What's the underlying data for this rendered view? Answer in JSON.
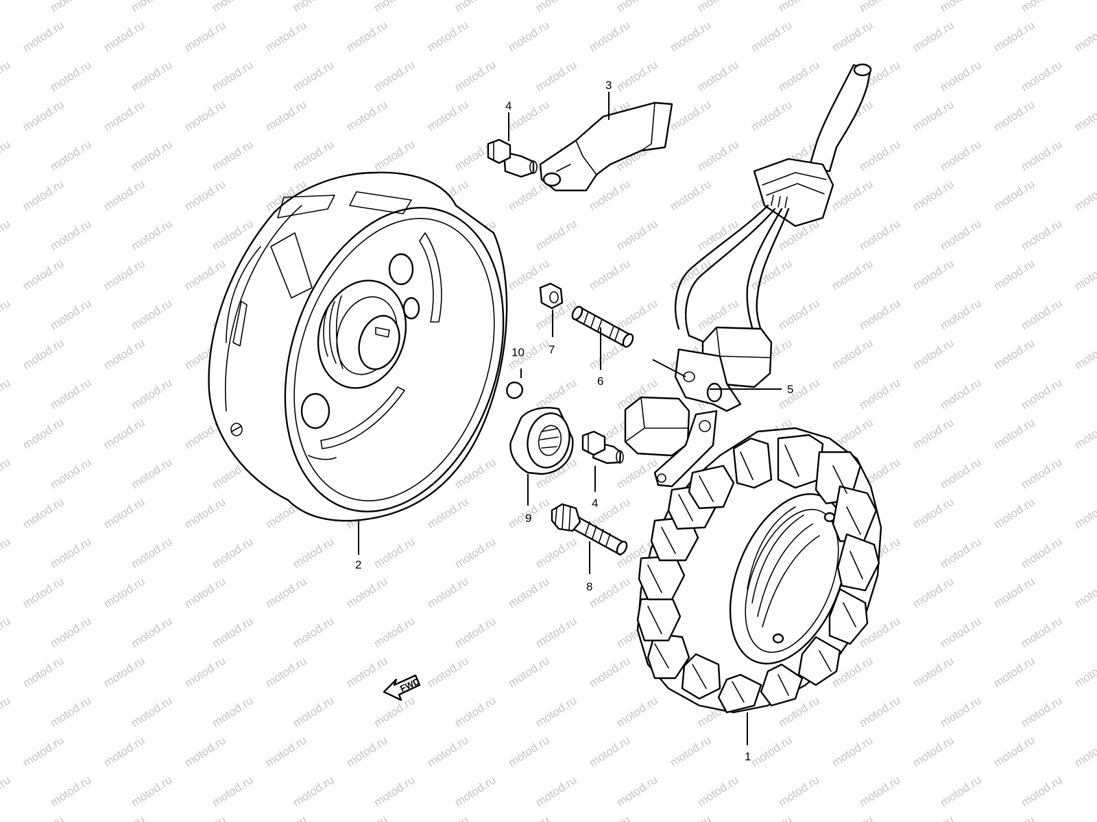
{
  "watermark": "motod.ru",
  "fwd_label": "FWD",
  "callouts": [
    "1",
    "2",
    "3",
    "4",
    "4",
    "5",
    "6",
    "7",
    "8",
    "9",
    "10"
  ],
  "colors": {
    "line": "#000000",
    "watermark": "#c4c4c4",
    "background": "#ffffff"
  },
  "icons": {
    "forward_arrow": "fwd-arrow-icon"
  }
}
